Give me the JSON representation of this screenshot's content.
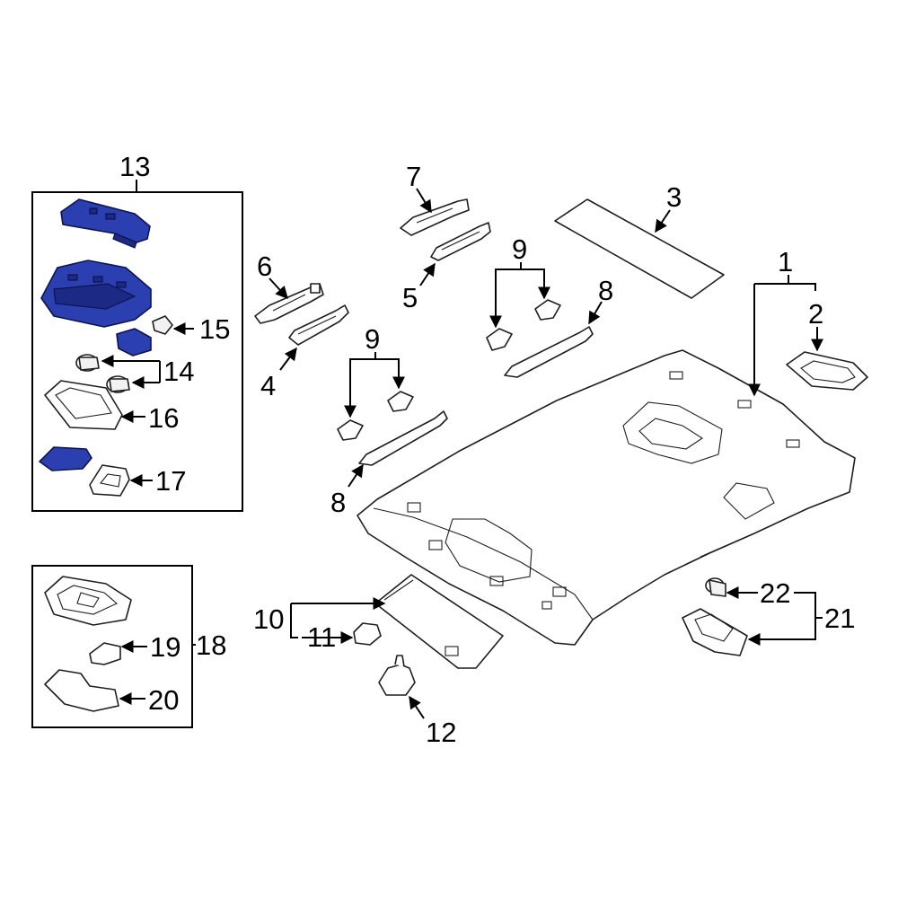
{
  "callouts": {
    "c1": "1",
    "c2": "2",
    "c3": "3",
    "c4": "4",
    "c5": "5",
    "c6": "6",
    "c7": "7",
    "c8a": "8",
    "c8b": "8",
    "c9a": "9",
    "c9b": "9",
    "c10": "10",
    "c11": "11",
    "c12": "12",
    "c13": "13",
    "c14": "14",
    "c15": "15",
    "c16": "16",
    "c17": "17",
    "c18": "18",
    "c19": "19",
    "c20": "20",
    "c21": "21",
    "c22": "22"
  },
  "colors": {
    "highlight_part": "#2b3fb0",
    "line": "#000000",
    "background": "#ffffff"
  }
}
